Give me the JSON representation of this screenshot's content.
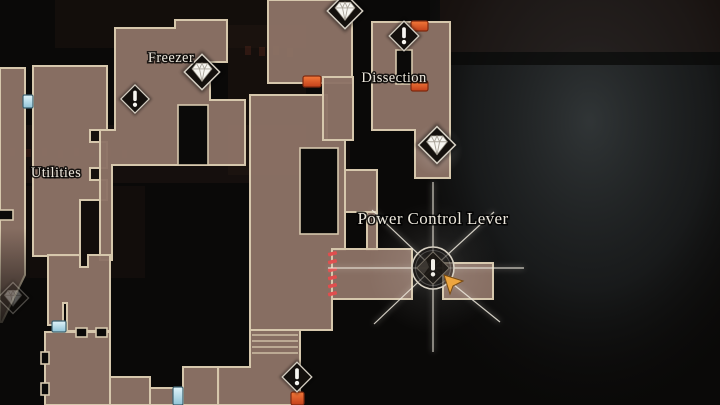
{
  "map": {
    "callout": {
      "label": "Power Control Lever"
    },
    "rooms": [
      {
        "id": "freezer",
        "label": "Freezer"
      },
      {
        "id": "dissection",
        "label": "Dissection"
      },
      {
        "id": "utilities",
        "label": "Utilities"
      }
    ],
    "markers": {
      "treasure_icon_name": "diamond-gem-icon",
      "treasure_count": 4,
      "objective_icon_name": "exclamation-icon",
      "objective_count": 3,
      "highlighted_objective_icon_name": "exclamation-circle-marker",
      "highlighted_objective_count": 1
    },
    "doors": {
      "orange_count": 4,
      "cyan_count": 3
    },
    "features": {
      "ladder_rungs": 6,
      "stair_steps": 4
    }
  },
  "colors": {
    "bg": "#0a0908",
    "void": "#0b0a09",
    "room_fill": "#8d7366",
    "room_border": "#d6c7ac",
    "door_orange": "#e4561f",
    "door_orange_dark": "#7e2a10",
    "door_cyan": "#bfe7f2",
    "door_cyan_dark": "#3d616f",
    "ladder_red": "#e04e4e",
    "stair_line": "#d6c7ac",
    "ray": "#eee9dd",
    "arrow": "#eda53f",
    "arrow_dark": "#7a4c12",
    "label": "#ece7dc",
    "icon_bg": "#14100d",
    "icon_border": "#d4cec2",
    "gem_white": "#f7f5f0"
  }
}
